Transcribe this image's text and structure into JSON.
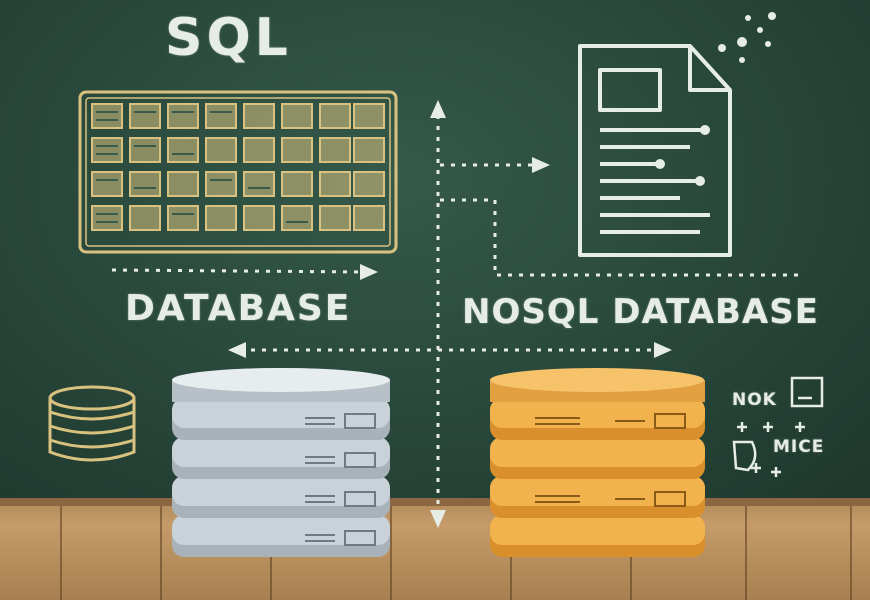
{
  "title": "SQL",
  "left_label": "DATABASE",
  "right_label": "NOSQL DATABASE",
  "side_labels": [
    "NOK",
    "MICE"
  ],
  "colors": {
    "chalkboard": "#2a4a3d",
    "chalk": "#e6ece6",
    "table_chalk": "#d9c27f",
    "sql_db": "#c9d2d8",
    "nosql_db": "#f2b24e",
    "floor": "#b28a5a"
  },
  "icons": [
    "sql-table-icon",
    "document-icon",
    "small-database-icon",
    "server-stack-icon"
  ]
}
